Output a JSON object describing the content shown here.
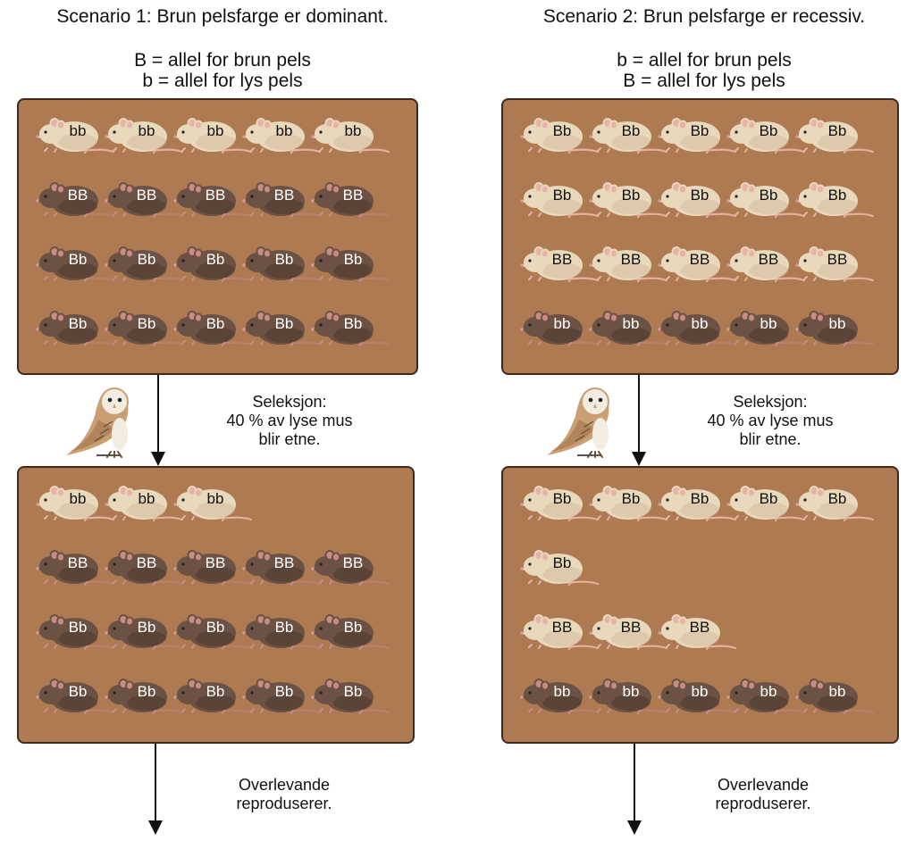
{
  "colors": {
    "background": "#ad7a52",
    "panel_border": "#3d2a1c",
    "light_mouse": "#e8d8bc",
    "dark_mouse": "#6b5244"
  },
  "scenario1": {
    "title": "Scenario 1: Brun pelsfarge er dominant.",
    "legend": [
      "B = allel for brun pels",
      "b = allel for lys pels"
    ],
    "before": [
      {
        "genotype": "bb",
        "color": "light",
        "count": 5
      },
      {
        "genotype": "BB",
        "color": "dark",
        "count": 5
      },
      {
        "genotype": "Bb",
        "color": "dark",
        "count": 5
      },
      {
        "genotype": "Bb",
        "color": "dark",
        "count": 5
      }
    ],
    "selection": [
      "Seleksjon:",
      "40 % av lyse mus",
      "blir etne."
    ],
    "after": [
      {
        "genotype": "bb",
        "color": "light",
        "count": 3
      },
      {
        "genotype": "BB",
        "color": "dark",
        "count": 5
      },
      {
        "genotype": "Bb",
        "color": "dark",
        "count": 5
      },
      {
        "genotype": "Bb",
        "color": "dark",
        "count": 5
      }
    ],
    "outcome": [
      "Overlevande",
      "reproduserer."
    ]
  },
  "scenario2": {
    "title": "Scenario 2: Brun pelsfarge er recessiv.",
    "legend": [
      "b = allel for brun pels",
      "B = allel for lys pels"
    ],
    "before": [
      {
        "genotype": "Bb",
        "color": "light",
        "count": 5
      },
      {
        "genotype": "Bb",
        "color": "light",
        "count": 5
      },
      {
        "genotype": "BB",
        "color": "light",
        "count": 5
      },
      {
        "genotype": "bb",
        "color": "dark",
        "count": 5
      }
    ],
    "selection": [
      "Seleksjon:",
      "40 % av lyse mus",
      "blir etne."
    ],
    "after": [
      {
        "genotype": "Bb",
        "color": "light",
        "count": 5
      },
      {
        "genotype": "Bb",
        "color": "light",
        "count": 1
      },
      {
        "genotype": "BB",
        "color": "light",
        "count": 3
      },
      {
        "genotype": "bb",
        "color": "dark",
        "count": 5
      }
    ],
    "outcome": [
      "Overlevande",
      "reproduserer."
    ]
  }
}
